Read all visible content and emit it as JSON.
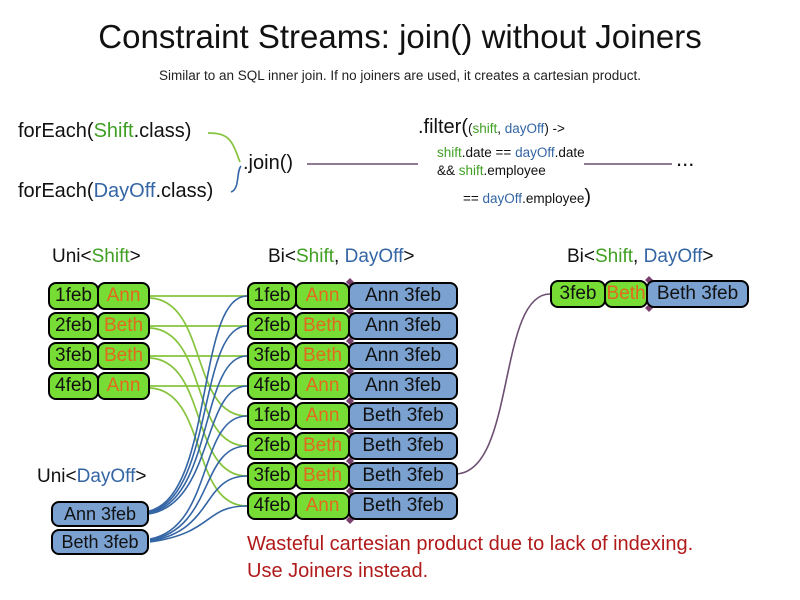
{
  "title": "Constraint Streams: join() without Joiners",
  "subtitle": "Similar to an SQL inner join. If no joiners are used, it creates a cartesian product.",
  "colors": {
    "box_green": "#77DC33",
    "box_blue": "#7BA1D0",
    "name_orange": "#E2691E",
    "code_green": "#41A024",
    "code_blue": "#3465A4",
    "line_green": "#86C43E",
    "line_blue": "#3465A4",
    "line_purple": "#6C4F72",
    "diamond_purple": "#7B3F6E",
    "note_red": "#B11A1A"
  },
  "code": {
    "foreach_shift": {
      "pre": "forEach(",
      "cls": "Shift",
      "post": ".class)"
    },
    "foreach_dayoff": {
      "pre": "forEach(",
      "cls": "DayOff",
      "post": ".class)"
    },
    "join": ".join()",
    "ellipsis": "...",
    "filter": {
      "call": ".filter(",
      "paren": "(",
      "arg1": "shift",
      "sep": ", ",
      "arg2": "dayOff",
      "arrow": ") ->",
      "l2_shift": "shift",
      "l2_mid": ".date == ",
      "l2_dayoff": "dayOff",
      "l2_end": ".date",
      "l3_and": "&& ",
      "l3_shift": "shift",
      "l3_end": ".employee",
      "l4_eq": "== ",
      "l4_dayoff": "dayOff",
      "l4_end": ".employee",
      "l4_close": ")"
    }
  },
  "headers": {
    "uni_shift": {
      "pre": "Uni<",
      "shift": "Shift",
      "post": ">"
    },
    "bi_mid": {
      "pre": "Bi<",
      "shift": "Shift",
      "sep": ", ",
      "dayoff": "DayOff",
      "post": ">"
    },
    "bi_right": {
      "pre": "Bi<",
      "shift": "Shift",
      "sep": ", ",
      "dayoff": "DayOff",
      "post": ">"
    },
    "uni_dayoff": {
      "pre": "Uni<",
      "dayoff": "DayOff",
      "post": ">"
    }
  },
  "columns": {
    "uni_shift": {
      "rows": [
        {
          "date": "1feb",
          "name": "Ann"
        },
        {
          "date": "2feb",
          "name": "Beth"
        },
        {
          "date": "3feb",
          "name": "Beth"
        },
        {
          "date": "4feb",
          "name": "Ann"
        }
      ]
    },
    "uni_dayoff": {
      "rows": [
        {
          "label": "Ann 3feb"
        },
        {
          "label": "Beth 3feb"
        }
      ]
    },
    "bi": {
      "rows": [
        {
          "date": "1feb",
          "name": "Ann",
          "dayoff": "Ann 3feb"
        },
        {
          "date": "2feb",
          "name": "Beth",
          "dayoff": "Ann 3feb"
        },
        {
          "date": "3feb",
          "name": "Beth",
          "dayoff": "Ann 3feb"
        },
        {
          "date": "4feb",
          "name": "Ann",
          "dayoff": "Ann 3feb"
        },
        {
          "date": "1feb",
          "name": "Ann",
          "dayoff": "Beth 3feb"
        },
        {
          "date": "2feb",
          "name": "Beth",
          "dayoff": "Beth 3feb"
        },
        {
          "date": "3feb",
          "name": "Beth",
          "dayoff": "Beth 3feb"
        },
        {
          "date": "4feb",
          "name": "Ann",
          "dayoff": "Beth 3feb"
        }
      ]
    },
    "bi_right": {
      "row": {
        "date": "3feb",
        "name": "Beth",
        "dayoff": "Beth 3feb"
      }
    }
  },
  "note": {
    "line1": "Wasteful cartesian product due to lack of indexing.",
    "line2": "Use Joiners instead."
  }
}
